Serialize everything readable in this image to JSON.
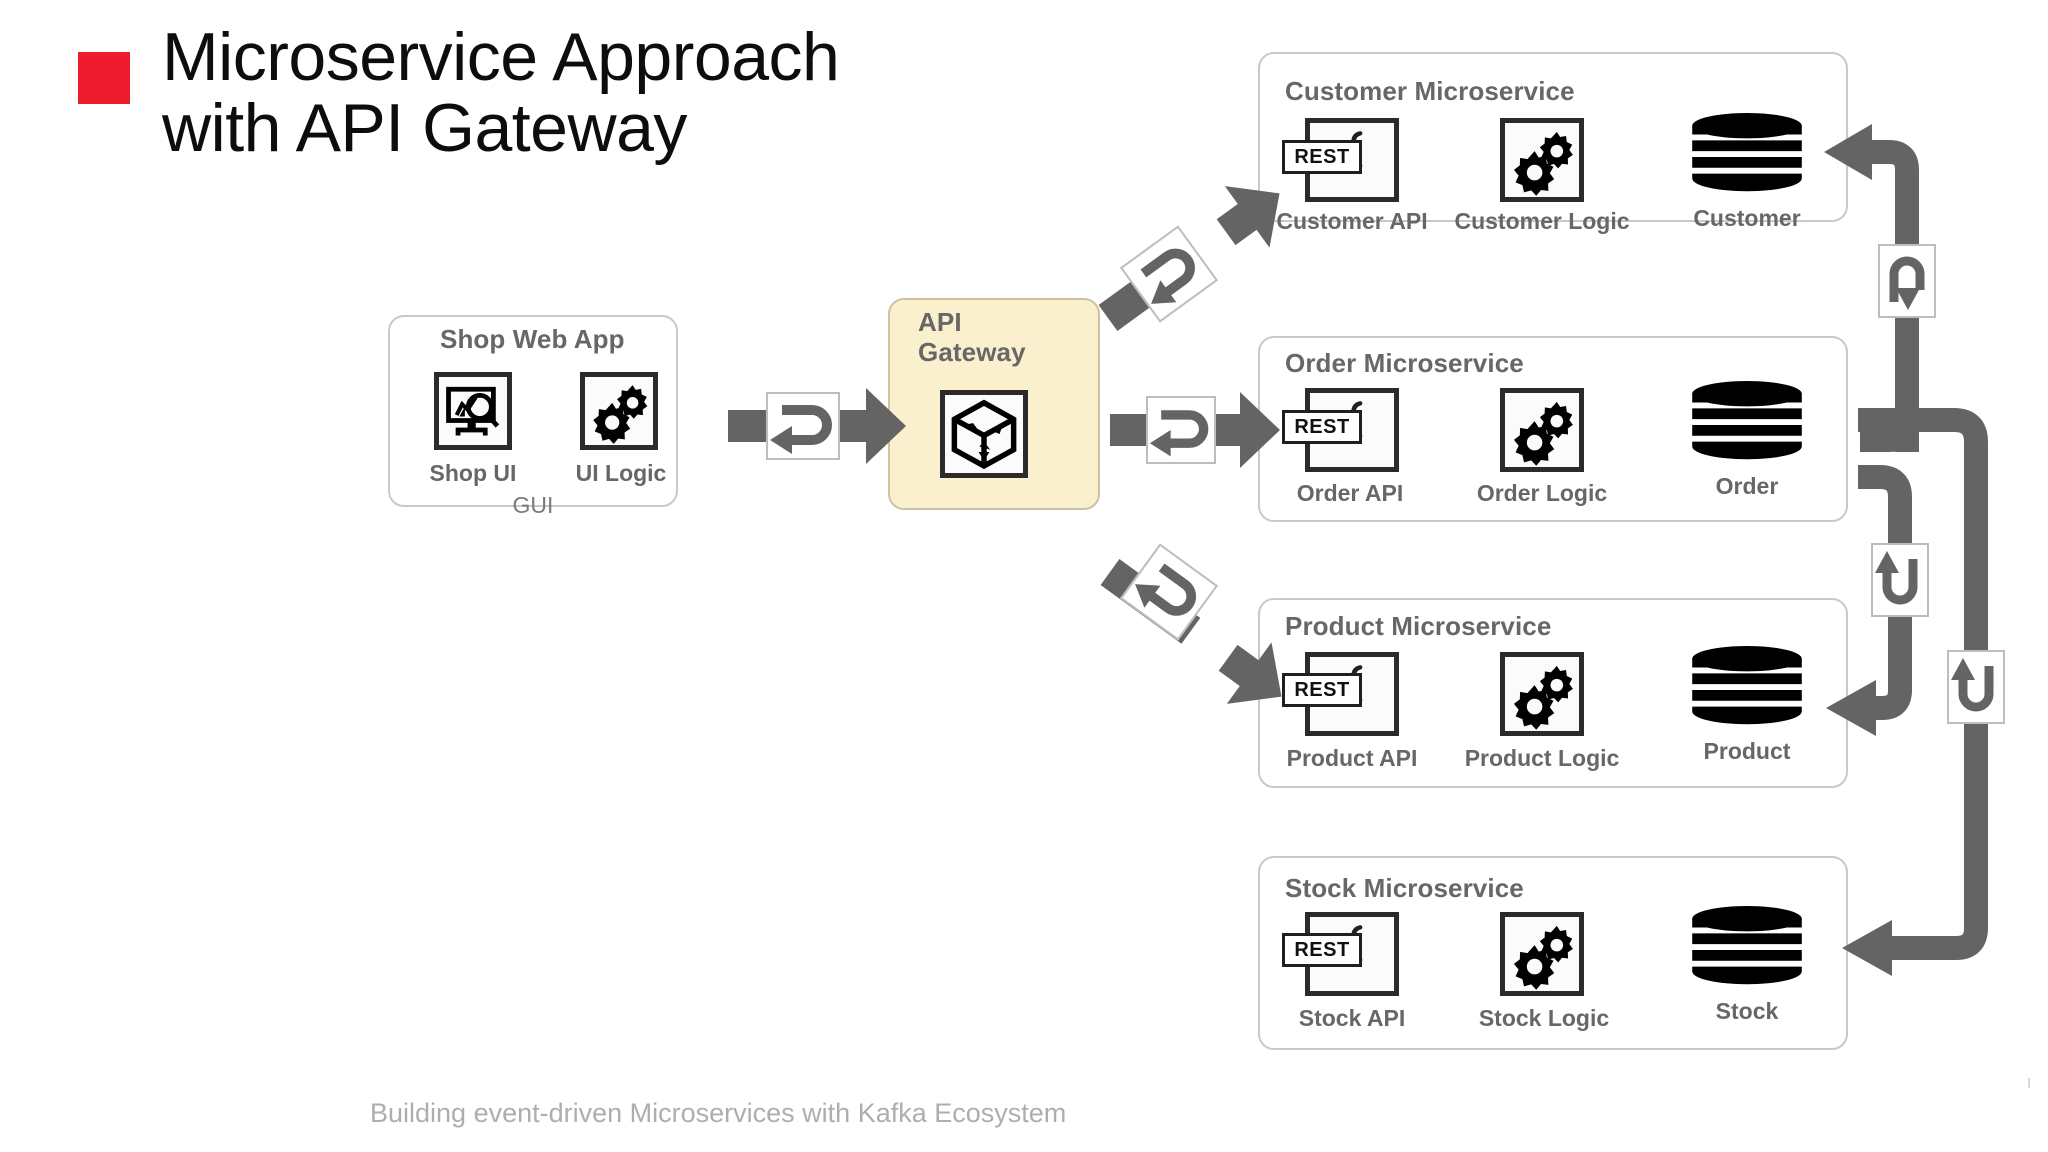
{
  "slide": {
    "title": "Microservice Approach\nwith API Gateway",
    "footer": "Building event-driven Microservices with Kafka Ecosystem",
    "bullet_color": "#ee1c2e",
    "accent_box_color": "#fbf0ce",
    "arrow_color": "#646464",
    "label_color": "#676767"
  },
  "client": {
    "title": "Shop Web App",
    "caption": "GUI",
    "nodes": [
      {
        "label": "Shop UI",
        "icon": "monitor-chart-search-icon"
      },
      {
        "label": "UI Logic",
        "icon": "gears-icon"
      }
    ]
  },
  "gateway": {
    "title": "API\nGateway",
    "icon": "cube-routing-icon"
  },
  "microservices": [
    {
      "title": "Customer Microservice",
      "api_label": "Customer API",
      "api_badge": "REST",
      "logic_label": "Customer Logic",
      "db_label": "Customer"
    },
    {
      "title": "Order Microservice",
      "api_label": "Order API",
      "api_badge": "REST",
      "logic_label": "Order Logic",
      "db_label": "Order"
    },
    {
      "title": "Product Microservice",
      "api_label": "Product API",
      "api_badge": "REST",
      "logic_label": "Product Logic",
      "db_label": "Product"
    },
    {
      "title": "Stock Microservice",
      "api_label": "Stock API",
      "api_badge": "REST",
      "logic_label": "Stock Logic",
      "db_label": "Stock"
    }
  ],
  "connectors": [
    {
      "name": "shop-to-gateway",
      "icon": "request-response-loop-icon",
      "direction": "right"
    },
    {
      "name": "gateway-to-customer",
      "icon": "request-response-loop-icon",
      "direction": "up-right"
    },
    {
      "name": "gateway-to-order",
      "icon": "request-response-loop-icon",
      "direction": "right"
    },
    {
      "name": "gateway-to-product",
      "icon": "request-response-loop-icon",
      "direction": "down-right"
    },
    {
      "name": "customer-return",
      "icon": "u-turn-down-icon",
      "direction": "left"
    },
    {
      "name": "order-to-product-return",
      "icon": "u-turn-up-icon",
      "direction": "left"
    },
    {
      "name": "order-to-stock-return",
      "icon": "u-turn-up-icon",
      "direction": "left"
    }
  ]
}
